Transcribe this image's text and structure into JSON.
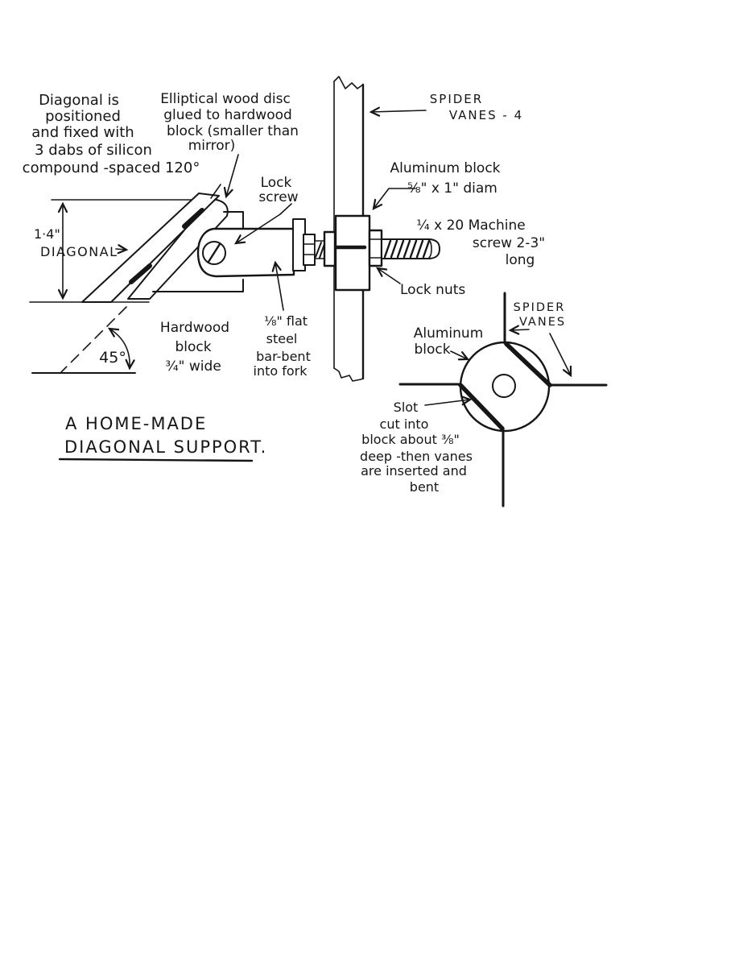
{
  "page": {
    "paper_color": "#ffffff",
    "ink_color": "#161616"
  },
  "title": {
    "lines": [
      "A HOME-MADE",
      "DIAGONAL SUPPORT."
    ]
  },
  "labels": {
    "silicon_note": {
      "lines": [
        "Diagonal is",
        "positioned",
        "and fixed with",
        "3 dabs of silicon",
        "compound -spaced 120°"
      ]
    },
    "disc_note": {
      "lines": [
        "Elliptical wood disc",
        "glued to hardwood",
        "block (smaller than",
        "mirror)"
      ]
    },
    "lock_screw": {
      "lines": [
        "Lock",
        "screw"
      ]
    },
    "spider_vanes_4": {
      "lines": [
        "SPIDER",
        "VANES - 4"
      ]
    },
    "aluminum_block_side": {
      "lines": [
        "Aluminum block",
        "⅝\" x 1\" diam"
      ]
    },
    "machine_screw": {
      "lines": [
        "¼ x 20 Machine",
        "screw 2-3\"",
        "long"
      ]
    },
    "lock_nuts": {
      "text": "Lock nuts"
    },
    "diagonal_dim": {
      "size": "1·4\"",
      "word": "DIAGONAL"
    },
    "angle": {
      "text": "45°"
    },
    "hardwood_block": {
      "lines": [
        "Hardwood",
        "block",
        "¾\" wide"
      ]
    },
    "steel_fork": {
      "lines": [
        "⅛\" flat",
        "steel",
        "bar-bent",
        "into fork"
      ]
    },
    "spider_vanes_section": {
      "lines": [
        "SPIDER",
        "VANES"
      ]
    },
    "aluminum_block_section": {
      "lines": [
        "Aluminum",
        "block"
      ]
    },
    "slot_note": {
      "lines": [
        "Slot",
        "cut into",
        "block about ⅜\"",
        "deep -then vanes",
        "are inserted and",
        "bent"
      ]
    }
  }
}
